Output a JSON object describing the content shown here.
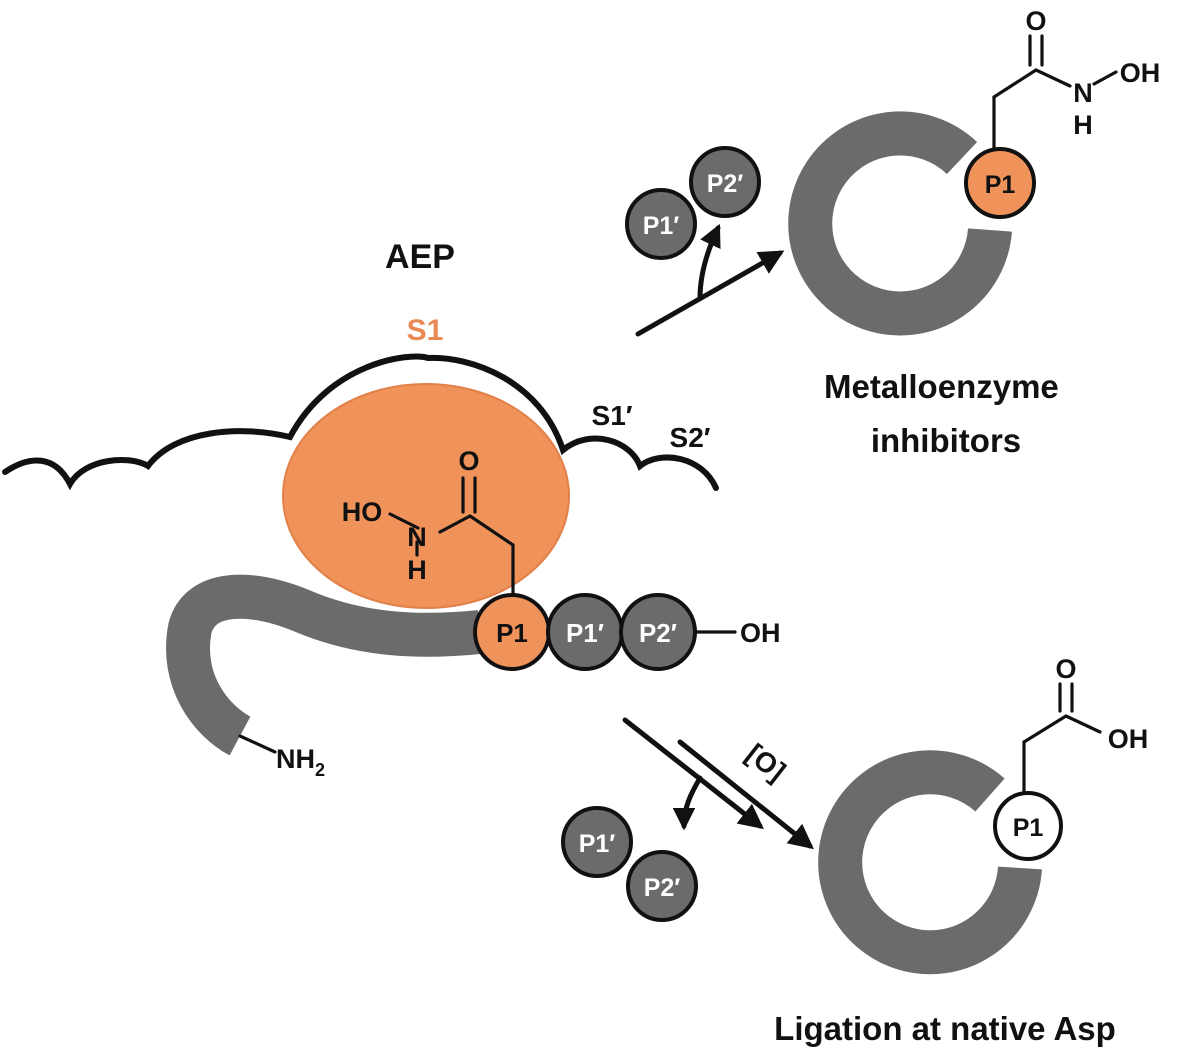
{
  "labels": {
    "enzyme": "AEP",
    "s1": "S1",
    "s1_prime": "S1′",
    "s2_prime": "S2′",
    "top_product": "Metalloenzyme\ninhibitors",
    "bottom_product": "Ligation at native Asp",
    "oxidation": "[O]"
  },
  "residues": {
    "p1": "P1",
    "p1_prime": "P1′",
    "p2_prime": "P2′"
  },
  "chem": {
    "carbonyl_O": "O",
    "hydroxamate_HO": "HO",
    "hydroxamate_OH": "OH",
    "amide_N": "N",
    "amide_H": "H",
    "c_terminus": "OH",
    "n_terminus_NH": "NH",
    "n_terminus_sub": "2",
    "acid_OH": "OH"
  },
  "colors": {
    "enzyme_pocket": "#ef935a",
    "residue_p1": "#ef935a",
    "residue_gray": "#6b6b6b",
    "s1_text": "#e98a55"
  }
}
